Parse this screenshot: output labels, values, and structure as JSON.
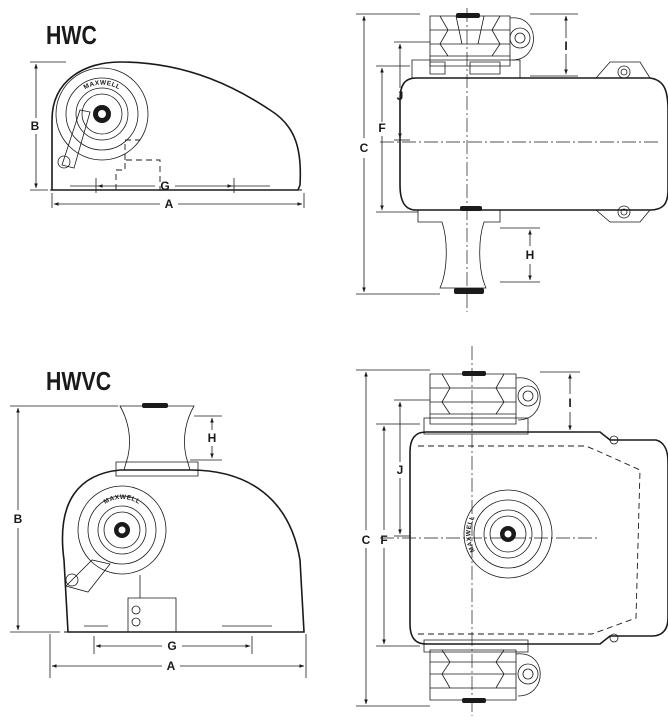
{
  "models": {
    "hwc": {
      "title": "HWC"
    },
    "hwvc": {
      "title": "HWVC"
    }
  },
  "dimension_labels": {
    "a": "A",
    "b": "B",
    "c": "C",
    "f": "F",
    "g": "G",
    "h": "H",
    "i": "I",
    "j": "J"
  },
  "brand": "MAXWELL",
  "colors": {
    "ink": "#1a1a1a",
    "paper": "#ffffff"
  }
}
